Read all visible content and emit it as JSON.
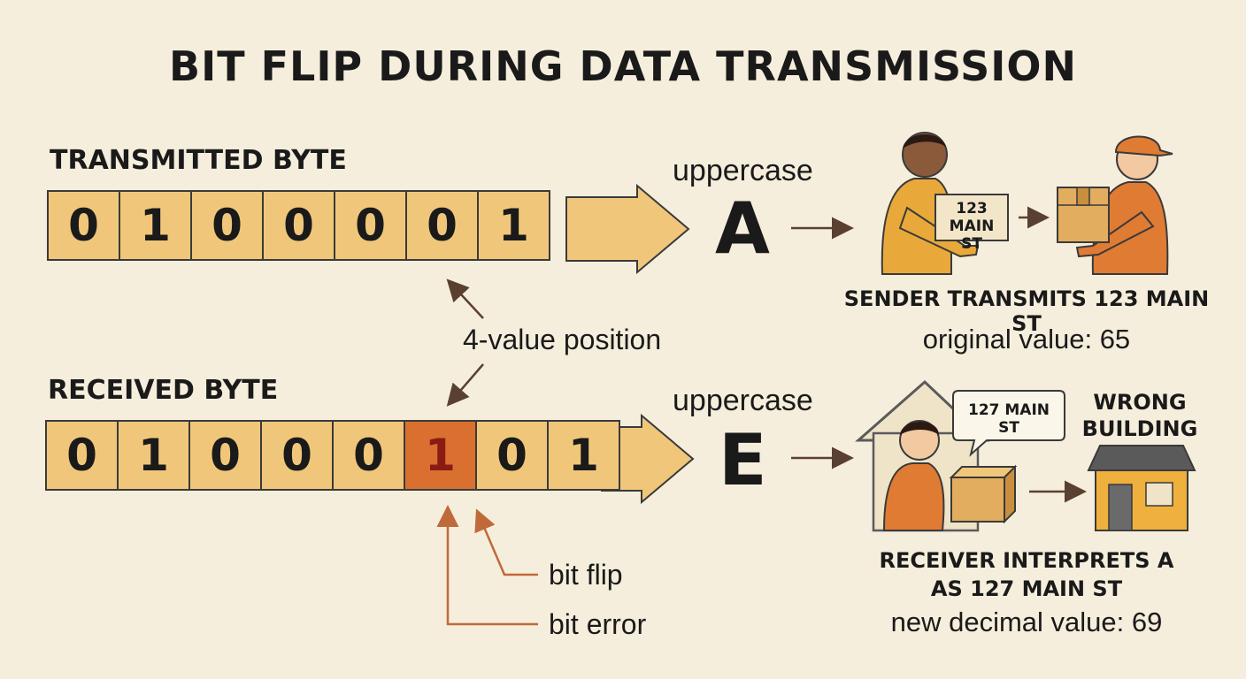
{
  "title": "BIT FLIP DURING DATA TRANSMISSION",
  "transmitted": {
    "label": "TRANSMITTED BYTE",
    "bits": [
      "0",
      "1",
      "0",
      "0",
      "0",
      "0",
      "1"
    ],
    "char_label": "uppercase",
    "char": "A"
  },
  "received": {
    "label": "RECEIVED BYTE",
    "bits": [
      "0",
      "1",
      "0",
      "0",
      "0",
      "1",
      "0",
      "1"
    ],
    "flipped_index": 5,
    "char_label": "uppercase",
    "char": "E"
  },
  "annotations": {
    "position": "4-value position",
    "bit_flip": "bit flip",
    "bit_error": "bit error"
  },
  "sender": {
    "package_label": "123\nMAIN ST",
    "caption": "SENDER TRANSMITS 123 MAIN ST",
    "value_text": "original value: 65"
  },
  "receiver": {
    "bubble_text": "127 MAIN\nST",
    "wrong_building": "WRONG\nBUILDING",
    "caption": "RECEIVER INTERPRETS A\nAS 127 MAIN ST",
    "value_text": "new decimal value: 69"
  },
  "colors": {
    "background": "#f6eedc",
    "bit_fill": "#f0c77a",
    "flipped_fill": "#d9702f",
    "flipped_text": "#8a1a14",
    "annotation_line": "#c0693a",
    "person_orange": "#e07b34",
    "box_tan": "#e2ad5e"
  }
}
